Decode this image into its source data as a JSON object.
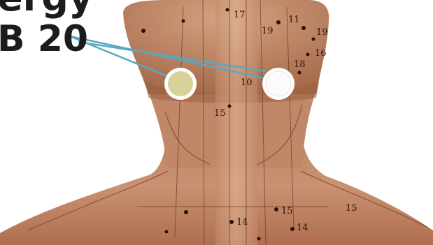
{
  "heading": {
    "line1": "ergy",
    "line2": "B 20"
  },
  "colors": {
    "skin": "#c89070",
    "skin_shadow": "#9a5e40",
    "pointer_line": "#5aa7c0",
    "point_left_fill": "#d8d29a",
    "point_right_fill": "#ffffff",
    "dot": "#2a1208"
  },
  "point_labels": [
    "17",
    "19",
    "11",
    "19",
    "16",
    "18",
    "10",
    "15",
    "15",
    "14",
    "14",
    "15"
  ]
}
